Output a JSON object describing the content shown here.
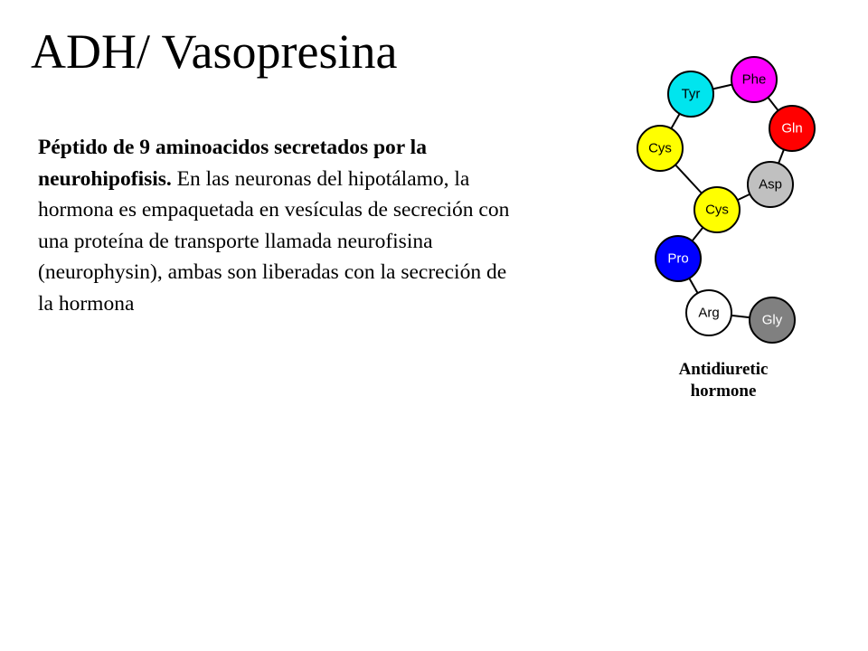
{
  "title": "ADH/ Vasopresina",
  "description": {
    "bold": "Péptido de 9 aminoacidos secretados por la neurohipofisis.",
    "normal": " En las neuronas del hipotálamo, la hormona es empaquetada en vesículas de secreción con una proteína de transporte llamada neurofisina (neurophysin), ambas son liberadas con la secreción de la hormona"
  },
  "diagram": {
    "caption_line1": "Antidiuretic",
    "caption_line2": "hormone",
    "residues": [
      {
        "label": "Tyr",
        "color": "#00e5ee"
      },
      {
        "label": "Phe",
        "color": "#ff00ff"
      },
      {
        "label": "Gln",
        "color": "#ff0000"
      },
      {
        "label": "Cys",
        "color": "#ffff00"
      },
      {
        "label": "Asp",
        "color": "#c0c0c0"
      },
      {
        "label": "Cys",
        "color": "#ffff00"
      },
      {
        "label": "Pro",
        "color": "#0000ff"
      },
      {
        "label": "Arg",
        "color": "#ffffff"
      },
      {
        "label": "Gly",
        "color": "#808080"
      }
    ]
  }
}
